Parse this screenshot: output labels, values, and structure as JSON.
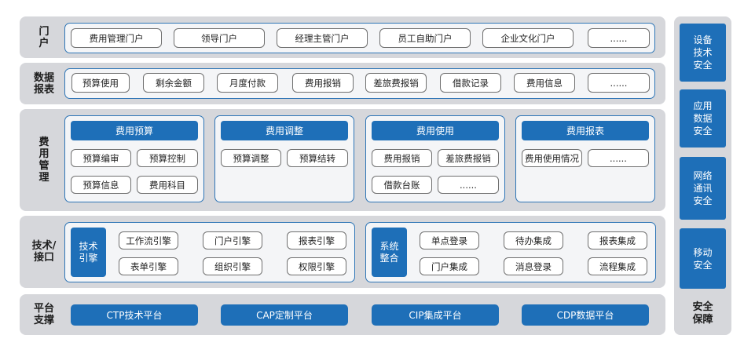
{
  "layers": {
    "portal": {
      "label": "门\n户",
      "items": [
        "费用管理门户",
        "领导门户",
        "经理主管门户",
        "员工自助门户",
        "企业文化门户",
        "......"
      ]
    },
    "reports": {
      "label": "数据\n报表",
      "items": [
        "预算使用",
        "剩余金额",
        "月度付款",
        "费用报销",
        "差旅费报销",
        "借款记录",
        "费用信息",
        "......"
      ]
    },
    "expense": {
      "label": "费\n用\n管\n理",
      "groups": [
        {
          "title": "费用预算",
          "items": [
            "预算编审",
            "预算控制",
            "预算信息",
            "费用科目"
          ]
        },
        {
          "title": "费用调整",
          "items": [
            "预算调整",
            "预算结转"
          ]
        },
        {
          "title": "费用使用",
          "items": [
            "费用报销",
            "差旅费报销",
            "借款台账",
            "......"
          ]
        },
        {
          "title": "费用报表",
          "items": [
            "费用使用情况",
            "......"
          ]
        }
      ]
    },
    "tech": {
      "label": "技术/\n接口",
      "engine": {
        "title": "技术\n引擎",
        "items": [
          "工作流引擎",
          "门户引擎",
          "报表引擎",
          "表单引擎",
          "组织引擎",
          "权限引擎"
        ]
      },
      "integration": {
        "title": "系统\n整合",
        "items": [
          "单点登录",
          "待办集成",
          "报表集成",
          "门户集成",
          "消息登录",
          "流程集成"
        ]
      }
    },
    "platform": {
      "label": "平台\n支撑",
      "items": [
        "CTP技术平台",
        "CAP定制平台",
        "CIP集成平台",
        "CDP数据平台"
      ]
    }
  },
  "security": {
    "items": [
      "设备\n技术\n安全",
      "应用\n数据\n安全",
      "网络\n通讯\n安全",
      "移动\n安全"
    ],
    "title": "安全\n保障"
  },
  "colors": {
    "accent_blue": "#1e6fb8",
    "frame_blue": "#2e75b6",
    "layer_gray": "#d6d7db"
  }
}
